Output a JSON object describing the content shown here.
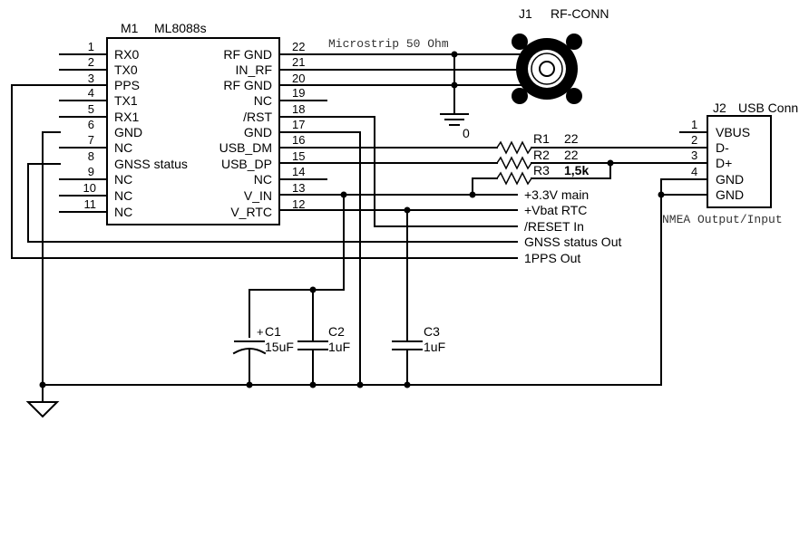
{
  "module": {
    "ref": "M1",
    "part": "ML8088s",
    "left_pins": [
      {
        "num": "1",
        "name": "RX0"
      },
      {
        "num": "2",
        "name": "TX0"
      },
      {
        "num": "3",
        "name": "PPS"
      },
      {
        "num": "4",
        "name": "TX1"
      },
      {
        "num": "5",
        "name": "RX1"
      },
      {
        "num": "6",
        "name": "GND"
      },
      {
        "num": "7",
        "name": "NC"
      },
      {
        "num": "8",
        "name": "GNSS status"
      },
      {
        "num": "9",
        "name": "NC"
      },
      {
        "num": "10",
        "name": "NC"
      },
      {
        "num": "11",
        "name": "NC"
      }
    ],
    "right_pins": [
      {
        "num": "22",
        "name": "RF GND"
      },
      {
        "num": "21",
        "name": "IN_RF"
      },
      {
        "num": "20",
        "name": "RF GND"
      },
      {
        "num": "19",
        "name": "NC"
      },
      {
        "num": "18",
        "name": "/RST"
      },
      {
        "num": "17",
        "name": "GND"
      },
      {
        "num": "16",
        "name": "USB_DM"
      },
      {
        "num": "15",
        "name": "USB_DP"
      },
      {
        "num": "14",
        "name": "NC"
      },
      {
        "num": "13",
        "name": "V_IN"
      },
      {
        "num": "12",
        "name": "V_RTC"
      }
    ]
  },
  "rf_connector": {
    "ref": "J1",
    "part": "RF-CONN",
    "ground_label": "0"
  },
  "microstrip_note": "Microstrip 50 Ohm",
  "usb_connector": {
    "ref": "J2",
    "part": "USB Conn",
    "note": "NMEA Output/Input",
    "pins": [
      {
        "num": "1",
        "name": "VBUS"
      },
      {
        "num": "2",
        "name": "D-"
      },
      {
        "num": "3",
        "name": "D+"
      },
      {
        "num": "4",
        "name": "GND"
      },
      {
        "num": "",
        "name": "GND"
      }
    ]
  },
  "resistors": [
    {
      "ref": "R1",
      "value": "22"
    },
    {
      "ref": "R2",
      "value": "22"
    },
    {
      "ref": "R3",
      "value": "1,5k"
    }
  ],
  "capacitors": [
    {
      "ref": "C1",
      "value": "15uF",
      "polarity": "+"
    },
    {
      "ref": "C2",
      "value": "1uF"
    },
    {
      "ref": "C3",
      "value": "1uF"
    }
  ],
  "net_labels": [
    "+3.3V main",
    "+Vbat RTC",
    "/RESET In",
    "GNSS status Out",
    "1PPS Out"
  ]
}
